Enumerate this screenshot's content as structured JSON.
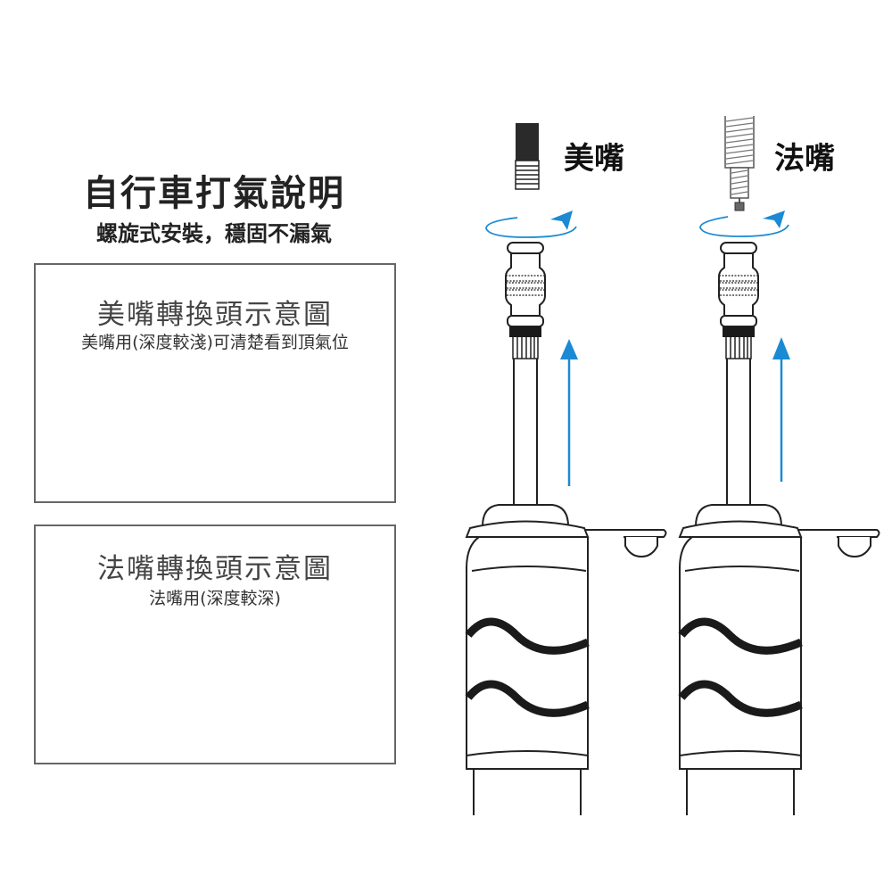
{
  "header": {
    "title": "自行車打氣說明",
    "subtitle": "螺旋式安裝，穩固不漏氣"
  },
  "panels": [
    {
      "title": "美嘴轉換頭示意圖",
      "description": "美嘴用(深度較淺)可清楚看到頂氣位"
    },
    {
      "title": "法嘴轉換頭示意圖",
      "description": "法嘴用(深度較深)"
    }
  ],
  "valves": [
    {
      "label": "美嘴"
    },
    {
      "label": "法嘴"
    }
  ],
  "colors": {
    "arrow": "#1a8ad4",
    "outline": "#222222",
    "panel_border": "#666666"
  }
}
